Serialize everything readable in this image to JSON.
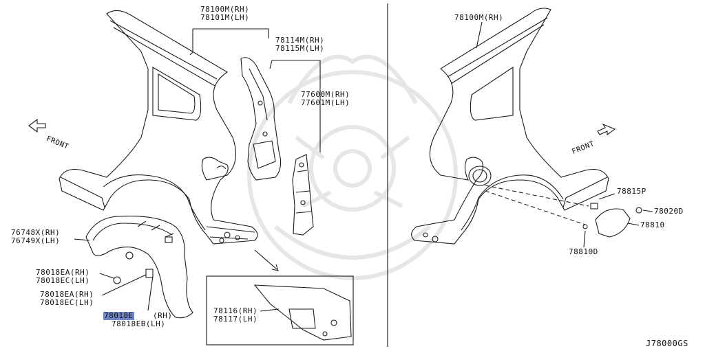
{
  "colors": {
    "line": "#1a1a1a",
    "highlight": "#6f86c9",
    "watermark": "#e6e6e6"
  },
  "parts": {
    "p78100m_rh_l": "78100M(RH)",
    "p78101m_lh_l": "78101M(LH)",
    "p78114m_rh": "78114M(RH)",
    "p78115m_lh": "78115M(LH)",
    "p77600m_rh": "77600M(RH)",
    "p77601m_lh": "77601M(LH)",
    "p76748x_rh": "76748X(RH)",
    "p76749x_lh": "76749X(LH)",
    "p78018ea_rh_a": "78018EA(RH)",
    "p78018ec_lh": "78018EC(LH)",
    "p78018ea_rh_b": "78018EA(RH)",
    "p78018ec_lh_b": "78018EC(LH)",
    "p78018e": "78018E",
    "p78018e_rh": "(RH)",
    "p78018eb_lh": "78018EB(LH)",
    "p78116_rh": "78116(RH)",
    "p78117_lh": "78117(LH)",
    "p78100m_rh_r": "78100M(RH)",
    "p78815p": "78815P",
    "p78020d": "78020D",
    "p78810": "78810",
    "p78810d": "78810D"
  },
  "front_left": "FRONT",
  "front_right": "FRONT",
  "diagram_code": "J78000GS"
}
